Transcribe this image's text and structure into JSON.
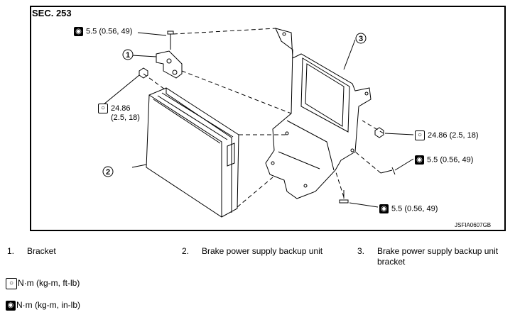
{
  "section": "SEC. 253",
  "figure_code": "JSFIA0607GB",
  "callouts": [
    "1",
    "2",
    "3"
  ],
  "torques": {
    "t1": "5.5 (0.56, 49)",
    "t2a": "24.86",
    "t2b": "(2.5, 18)",
    "t3": "24.86 (2.5, 18)",
    "t4": "5.5 (0.56, 49)",
    "t5": "5.5 (0.56, 49)"
  },
  "legend": [
    {
      "num": "1.",
      "text": "Bracket"
    },
    {
      "num": "2.",
      "text": "Brake power supply backup unit"
    },
    {
      "num": "3.",
      "text": "Brake power supply backup unit",
      "text2": "bracket"
    }
  ],
  "units": {
    "open_wrench": "N·m (kg-m, ft-lb)",
    "filled_wrench": "N·m (kg-m, in-lb)"
  },
  "icons": {
    "open": "open-wrench-icon",
    "filled": "filled-wrench-icon"
  }
}
